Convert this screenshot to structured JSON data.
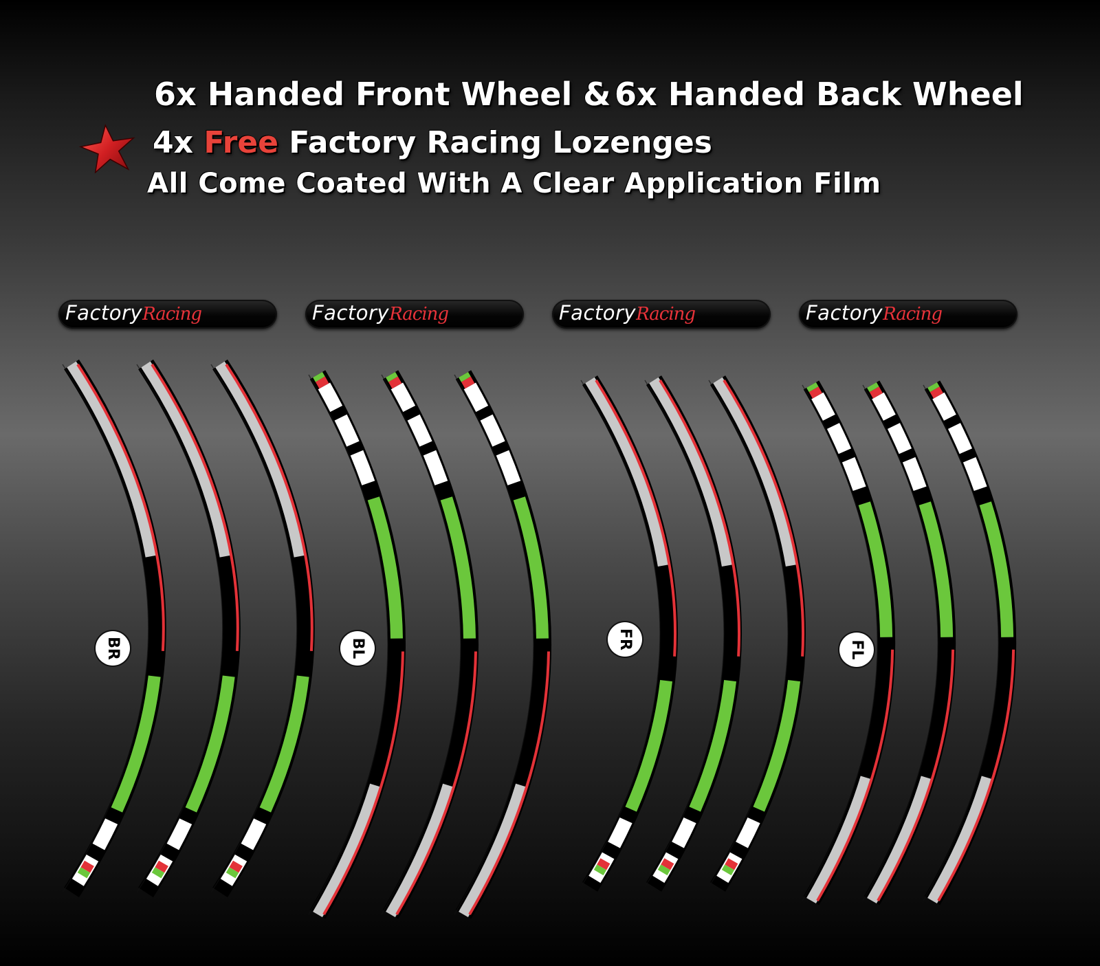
{
  "heading": {
    "front": "6x Handed Front Wheel &",
    "back": "6x Handed Back Wheel",
    "lozenges_prefix": "4x",
    "lozenges_free": "Free",
    "lozenges_suffix": "Factory Racing Lozenges",
    "film": "All Come Coated With A Clear Application Film"
  },
  "lozenges": [
    {
      "word1": "Factory",
      "word2": "Racing"
    },
    {
      "word1": "Factory",
      "word2": "Racing"
    },
    {
      "word1": "Factory",
      "word2": "Racing"
    },
    {
      "word1": "Factory",
      "word2": "Racing"
    }
  ],
  "wheel_sets": [
    {
      "code": "BR",
      "style": "green-bottom"
    },
    {
      "code": "BL",
      "style": "green-top"
    },
    {
      "code": "FR",
      "style": "green-bottom"
    },
    {
      "code": "FL",
      "style": "green-top"
    }
  ],
  "colors": {
    "green": "#6bc73c",
    "red": "#e33238",
    "white": "#ffffff",
    "silver": "#c8c8c8",
    "black": "#000000"
  }
}
